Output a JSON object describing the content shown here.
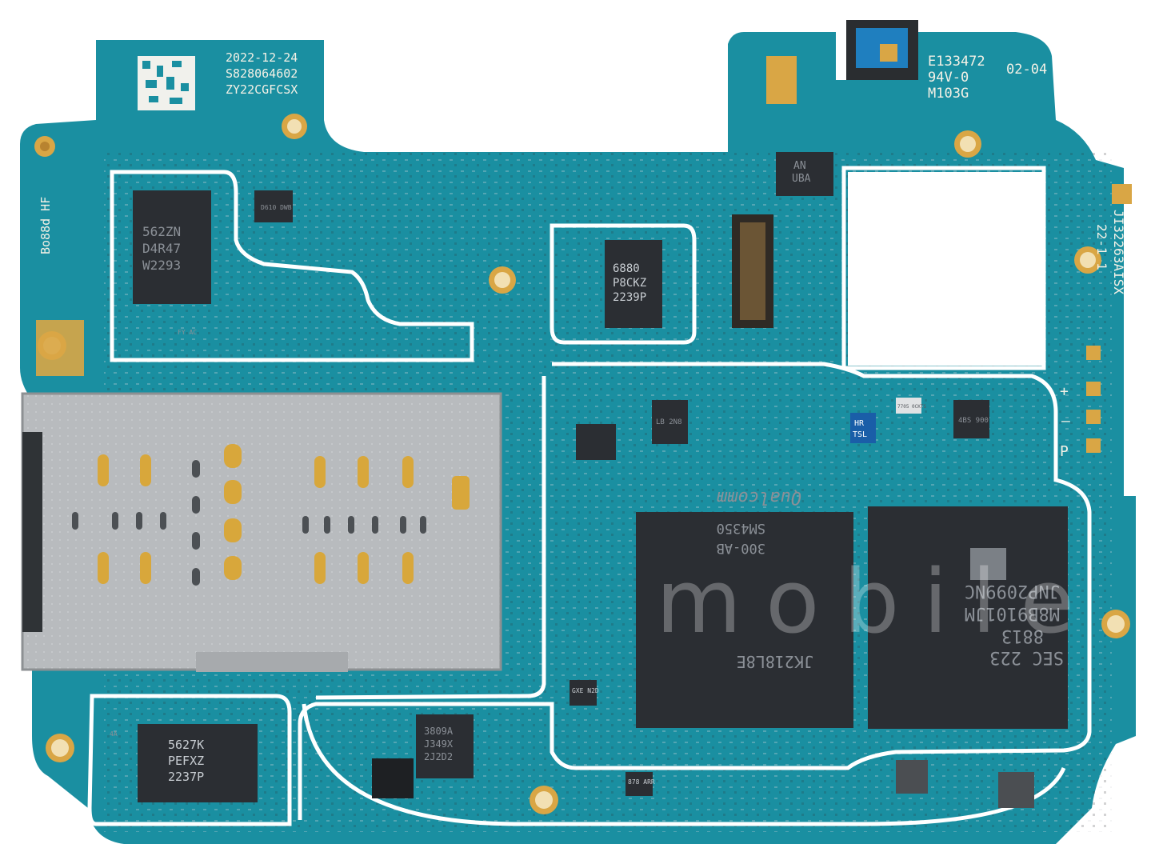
{
  "board": {
    "colors": {
      "pcb": "#1a8fa1",
      "pcb_dark": "#11707f",
      "trace_outline": "#ffffff",
      "gold": "#d9a645",
      "chip": "#2b2e33",
      "sim_tray": "#bcbfc2"
    },
    "top_left_label": {
      "date": "2022-12-24",
      "serial": "S828064602",
      "lot": "ZY22CGFCSX"
    },
    "top_right_label": {
      "line1": "E133472",
      "line1b": "02-04",
      "line2": "94V-0",
      "line3": "M103G"
    },
    "left_edge_text": "Bo88d HF",
    "right_edge_text_1": "JI32263AISX",
    "right_edge_text_2": "22-1 1",
    "silk_marks": {
      "plus": "+",
      "minus": "–",
      "p": "P"
    },
    "chips": {
      "pmic_left": [
        "562ZN",
        "D4R47",
        "W2293"
      ],
      "small_left": "D610 DWB",
      "center_top": [
        "6880",
        "P8CKZ",
        "2239P"
      ],
      "right_top": [
        "AN",
        "UBA"
      ],
      "small_hr": [
        "HR",
        "TSL"
      ],
      "small_mid": "7705 0CKTS",
      "small_mid2": "LB 2N8",
      "small_right": "4BS 900",
      "soc": [
        "JK218L8E",
        "300-AB",
        "SM4350"
      ],
      "soc_brand": "Qualcomm",
      "memory": [
        "SEC 223",
        "8813",
        "M8B9101JM",
        "JNP2099NC"
      ],
      "bottom_left": [
        "5627K",
        "PEFXZ",
        "2237P"
      ],
      "bottom_mid": [
        "3809A",
        "J349X",
        "2J2D2"
      ],
      "bottom_small_1": "GXE N2D",
      "bottom_small_2": "878 ARR",
      "tiny_1": "4A",
      "tiny_2": "FY AC"
    },
    "watermark": "mobile"
  }
}
